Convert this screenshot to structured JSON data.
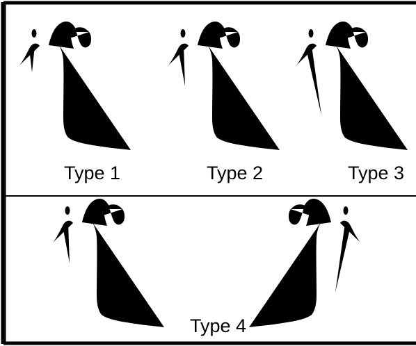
{
  "labels": {
    "type1": "Type 1",
    "type2": "Type 2",
    "type3": "Type 3",
    "type4": "Type 4"
  },
  "colors": {
    "line": "#000000",
    "background": "#ffffff",
    "frame": "#000000"
  },
  "icons": [
    "mandible-drawing",
    "styloid-process",
    "foramen-circle"
  ]
}
